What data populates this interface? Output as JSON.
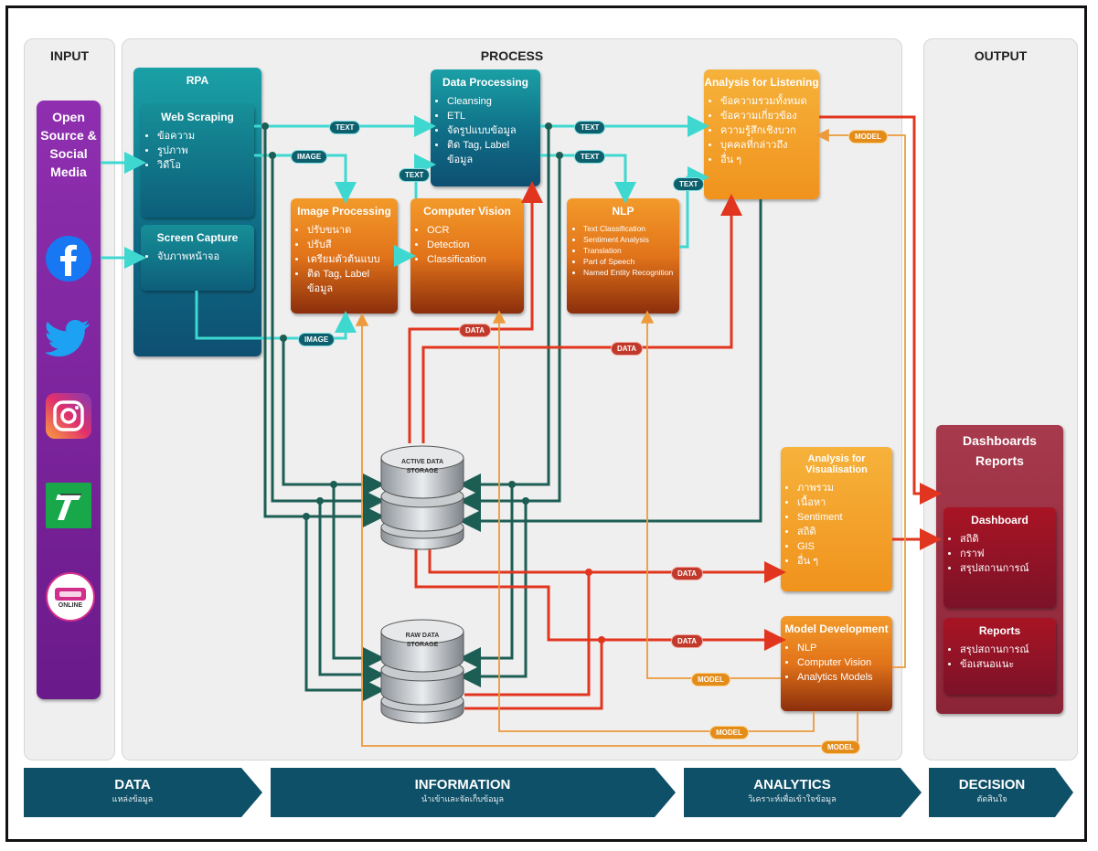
{
  "panels": {
    "input": "INPUT",
    "process": "PROCESS",
    "output": "OUTPUT"
  },
  "source": {
    "title_lines": [
      "Open",
      "Source &",
      "Social",
      "Media"
    ],
    "icons": [
      "facebook-icon",
      "twitter-icon",
      "instagram-icon",
      "pantip-icon",
      "news-online-icon"
    ],
    "online_text": "ONLINE"
  },
  "rpa": {
    "title": "RPA",
    "web_scraping": {
      "title": "Web Scraping",
      "items": [
        "ข้อความ",
        "รูปภาพ",
        "วิดีโอ"
      ]
    },
    "screen_capture": {
      "title": "Screen Capture",
      "items": [
        "จับภาพหน้าจอ"
      ]
    }
  },
  "data_processing": {
    "title": "Data Processing",
    "items": [
      "Cleansing",
      "ETL",
      "จัดรูปแบบข้อมูล",
      "ติด Tag, Label ข้อมูล"
    ]
  },
  "image_processing": {
    "title": "Image Processing",
    "items": [
      "ปรับขนาด",
      "ปรับสี",
      "เตรียมตัวต้นแบบ",
      "ติด Tag, Label ข้อมูล"
    ]
  },
  "computer_vision": {
    "title": "Computer Vision",
    "items": [
      "OCR",
      "Detection",
      "Classification"
    ]
  },
  "nlp": {
    "title": "NLP",
    "items": [
      "Text Classification",
      "Sentiment Analysis",
      "Translation",
      "Part of Speech",
      "Named Entity Recognition"
    ]
  },
  "analysis_listening": {
    "title": "Analysis for Listening",
    "items": [
      "ข้อความรวมทั้งหมด",
      "ข้อความเกี่ยวข้อง",
      "ความรู้สึกเชิงบวก",
      "บุคคลที่กล่าวถึง",
      "อื่น ๆ"
    ]
  },
  "analysis_visualisation": {
    "title": "Analysis for Visualisation",
    "items": [
      "ภาพรวม",
      "เนื้อหา",
      "Sentiment",
      "สถิติ",
      "GIS",
      "อื่น ๆ"
    ]
  },
  "model_development": {
    "title": "Model Development",
    "items": [
      "NLP",
      "Computer Vision",
      "Analytics Models"
    ]
  },
  "storage": {
    "active": [
      "ACTIVE DATA",
      "STORAGE"
    ],
    "raw": [
      "RAW DATA",
      "STORAGE"
    ]
  },
  "output": {
    "title_lines": [
      "Dashboards",
      "Reports"
    ],
    "dashboard": {
      "title": "Dashboard",
      "items": [
        "สถิติ",
        "กราฟ",
        "สรุปสถานการณ์"
      ]
    },
    "reports": {
      "title": "Reports",
      "items": [
        "สรุปสถานการณ์",
        "ข้อเสนอแนะ"
      ]
    }
  },
  "tags": {
    "text": "TEXT",
    "image": "IMAGE",
    "data": "DATA",
    "model": "MODEL"
  },
  "stages": [
    {
      "title": "DATA",
      "subtitle": "แหล่งข้อมูล"
    },
    {
      "title": "INFORMATION",
      "subtitle": "นำเข้าและจัดเก็บข้อมูล"
    },
    {
      "title": "ANALYTICS",
      "subtitle": "วิเคราะห์เพื่อเข้าใจข้อมูล"
    },
    {
      "title": "DECISION",
      "subtitle": "ตัดสินใจ"
    }
  ],
  "colors": {
    "teal": "#0f6d86",
    "orange": "#e2741a",
    "maroon": "#8c2438",
    "purple": "#6a1a8a",
    "flow_cyan": "#3fd8d0",
    "flow_green": "#1d5e54",
    "flow_red": "#e2351f",
    "flow_orange": "#ec9a3c",
    "stage_blue": "#0e5068"
  }
}
